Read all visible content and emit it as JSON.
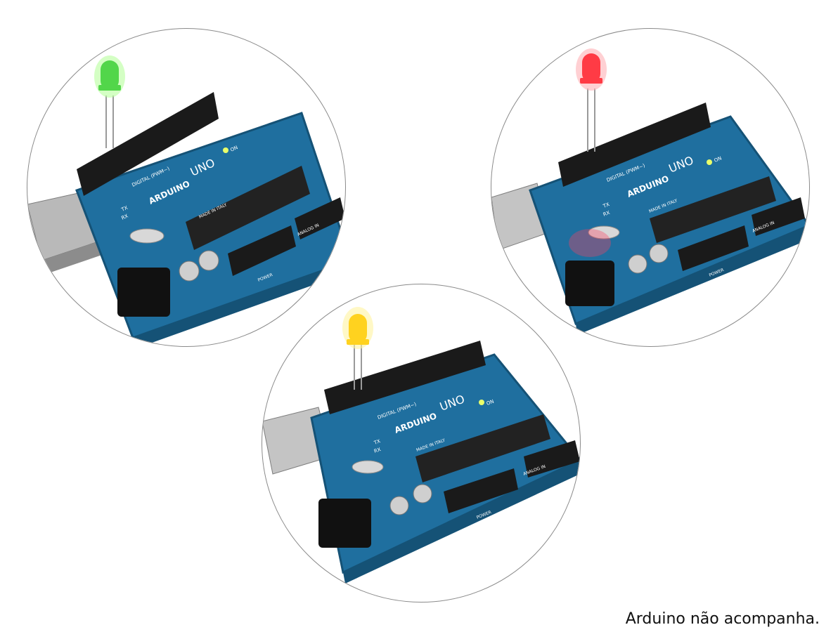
{
  "caption": "Arduino não acompanha.",
  "colors": {
    "background": "#ffffff",
    "board": "#1f6f9f",
    "board_dark": "#155276"
  },
  "photos": [
    {
      "name": "arduino-green-led",
      "led_color": "#52d64a",
      "led_glow": "#b8ff9c",
      "board_labels": {
        "logo": "ARDUINO",
        "model": "UNO",
        "digital": "DIGITAL (PWM~)",
        "made_in": "MADE IN ITALY",
        "analog": "ANALOG IN",
        "power": "POWER",
        "tx": "TX",
        "rx": "RX",
        "on": "ON"
      }
    },
    {
      "name": "arduino-red-led",
      "led_color": "#ff3b45",
      "led_glow": "#ffb0b5",
      "board_labels": {
        "logo": "ARDUINO",
        "model": "UNO",
        "digital": "DIGITAL (PWM~)",
        "made_in": "MADE IN ITALY",
        "analog": "ANALOG IN",
        "power": "POWER",
        "tx": "TX",
        "rx": "RX",
        "on": "ON"
      }
    },
    {
      "name": "arduino-yellow-led",
      "led_color": "#ffd21f",
      "led_glow": "#fff4a0",
      "board_labels": {
        "logo": "ARDUINO",
        "model": "UNO",
        "digital": "DIGITAL (PWM~)",
        "made_in": "MADE IN ITALY",
        "analog": "ANALOG IN",
        "power": "POWER",
        "tx": "TX",
        "rx": "RX",
        "on": "ON"
      }
    }
  ]
}
